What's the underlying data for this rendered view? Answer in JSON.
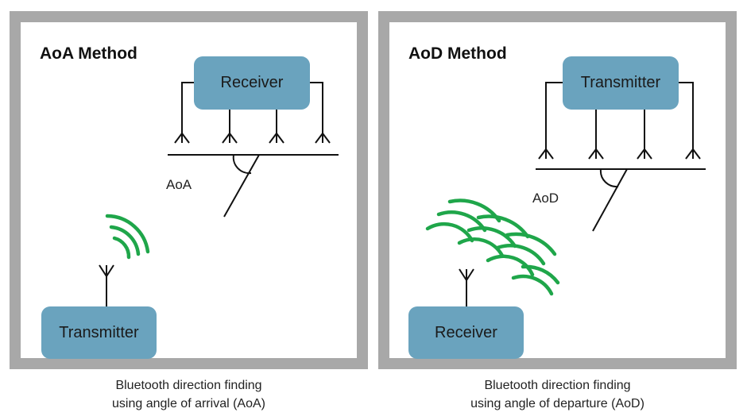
{
  "aoa_panel": {
    "title": "AoA Method",
    "top_box": "Receiver",
    "angle_label": "AoA",
    "bottom_box": "Transmitter"
  },
  "aod_panel": {
    "title": "AoD Method",
    "top_box": "Transmitter",
    "angle_label": "AoD",
    "bottom_box": "Receiver"
  },
  "captions": {
    "aoa_line1": "Bluetooth direction finding",
    "aoa_line2": "using angle of arrival (AoA)",
    "aod_line1": "Bluetooth direction finding",
    "aod_line2": "using angle of departure (AoD)"
  },
  "colors": {
    "frame": "#a8a8a8",
    "box": "#6aa3be",
    "signal": "#1fa64a",
    "line": "#111111"
  }
}
